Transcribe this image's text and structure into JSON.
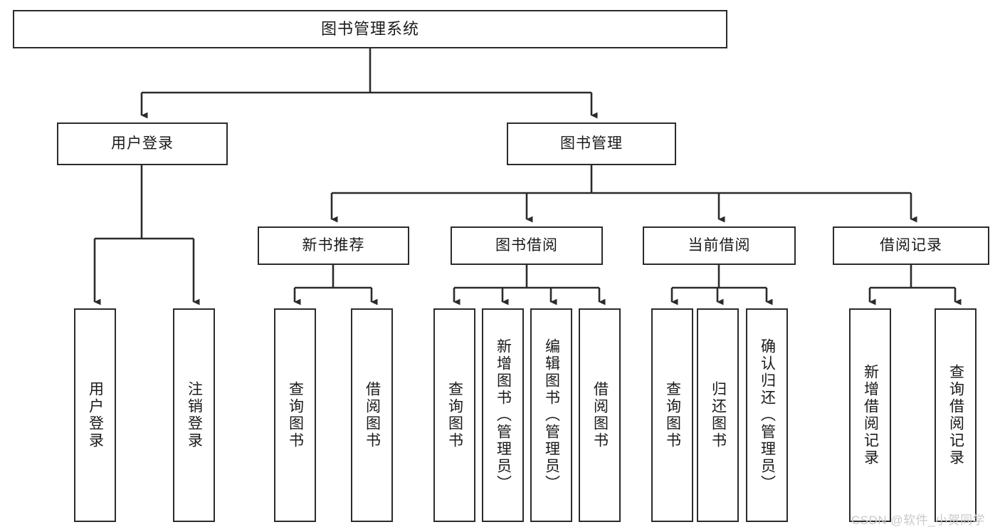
{
  "diagram": {
    "type": "tree-hierarchy",
    "title": "图书管理系统",
    "watermark": "CSDN @软件_小贺同学",
    "colors": {
      "box_border": "#2b2b2b",
      "box_fill": "#ffffff",
      "connector": "#2b2b2b",
      "text": "#1a1a1a",
      "watermark": "#c9c9c9"
    },
    "root": {
      "label": "图书管理系统"
    },
    "level2": [
      {
        "label": "用户登录"
      },
      {
        "label": "图书管理"
      }
    ],
    "level3": [
      {
        "label": "新书推荐"
      },
      {
        "label": "图书借阅"
      },
      {
        "label": "当前借阅"
      },
      {
        "label": "借阅记录"
      }
    ],
    "leaves": {
      "user_login": [
        {
          "label": "用户登录"
        },
        {
          "label": "注销登录"
        }
      ],
      "new_book_recommend": [
        {
          "label": "查询图书"
        },
        {
          "label": "借阅图书"
        }
      ],
      "book_borrow": [
        {
          "label": "查询图书"
        },
        {
          "label": "新增图书（管理员）"
        },
        {
          "label": "编辑图书（管理员）"
        },
        {
          "label": "借阅图书"
        }
      ],
      "current_borrow": [
        {
          "label": "查询图书"
        },
        {
          "label": "归还图书"
        },
        {
          "label": "确认归还（管理员）"
        }
      ],
      "borrow_record": [
        {
          "label": "新增借阅记录"
        },
        {
          "label": "查询借阅记录"
        }
      ]
    }
  }
}
